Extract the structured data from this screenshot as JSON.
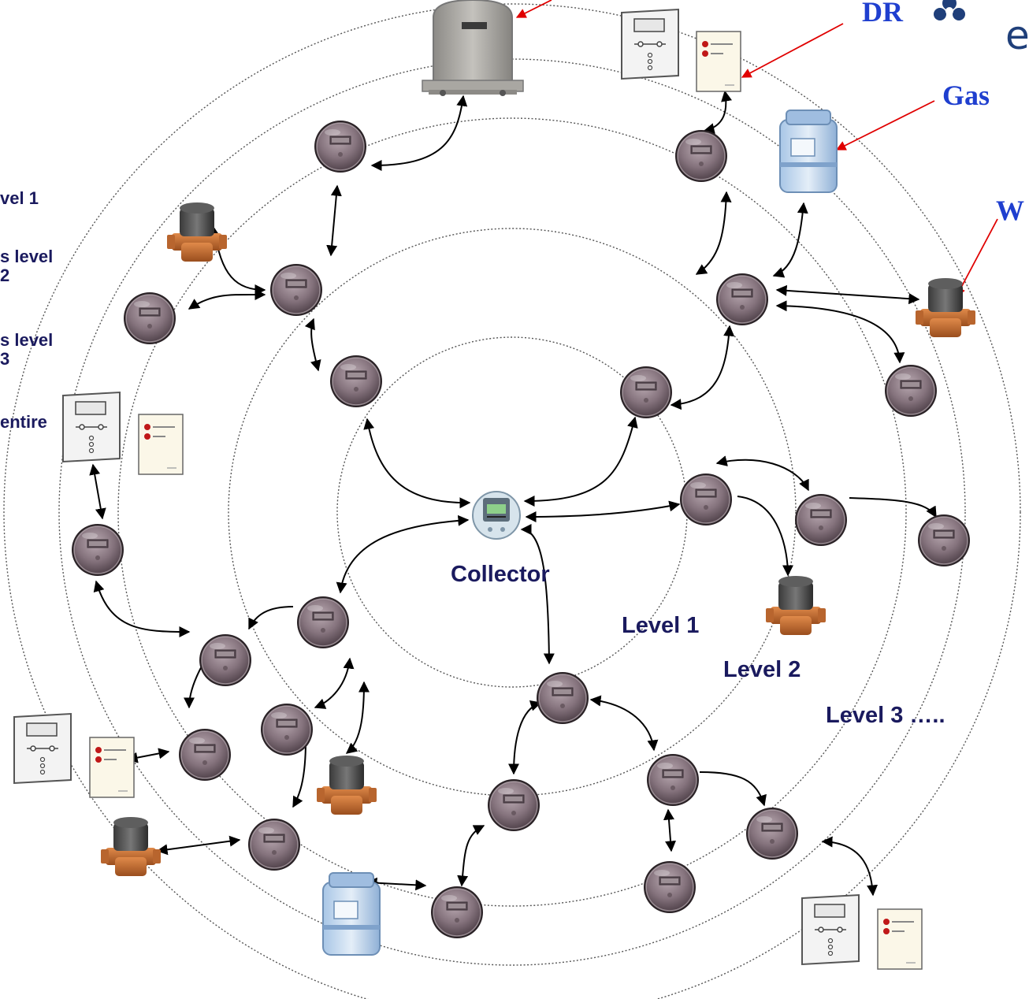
{
  "labels": {
    "collector": "Collector",
    "level_1": "Level 1",
    "level_2": "Level 2",
    "level_3": "Level 3 …..",
    "dr": "DR",
    "gas": "Gas",
    "water": "W",
    "logo_letter": "e"
  },
  "side_legend": {
    "line_1": "vel 1",
    "line_2a": "s level",
    "line_2b": "2",
    "line_3a": "s level",
    "line_3b": "3",
    "line_4": "entire"
  },
  "icons": {
    "collector": "smart-collector-meter-icon",
    "electric_meter": "round-electric-meter-icon",
    "water_meter": "water-meter-icon",
    "gas_meter": "gas-meter-icon",
    "thermostat": "thermostat-icon",
    "dr_panel": "load-control-switch-icon",
    "transformer": "pad-mount-transformer-icon",
    "logo": "utility-logo-icon"
  },
  "colors": {
    "ring": "#555555",
    "arrow": "#000000",
    "callout_arrow": "#e00000",
    "label_text": "#1a1a5e",
    "callout_text": "#1f3fcf"
  }
}
